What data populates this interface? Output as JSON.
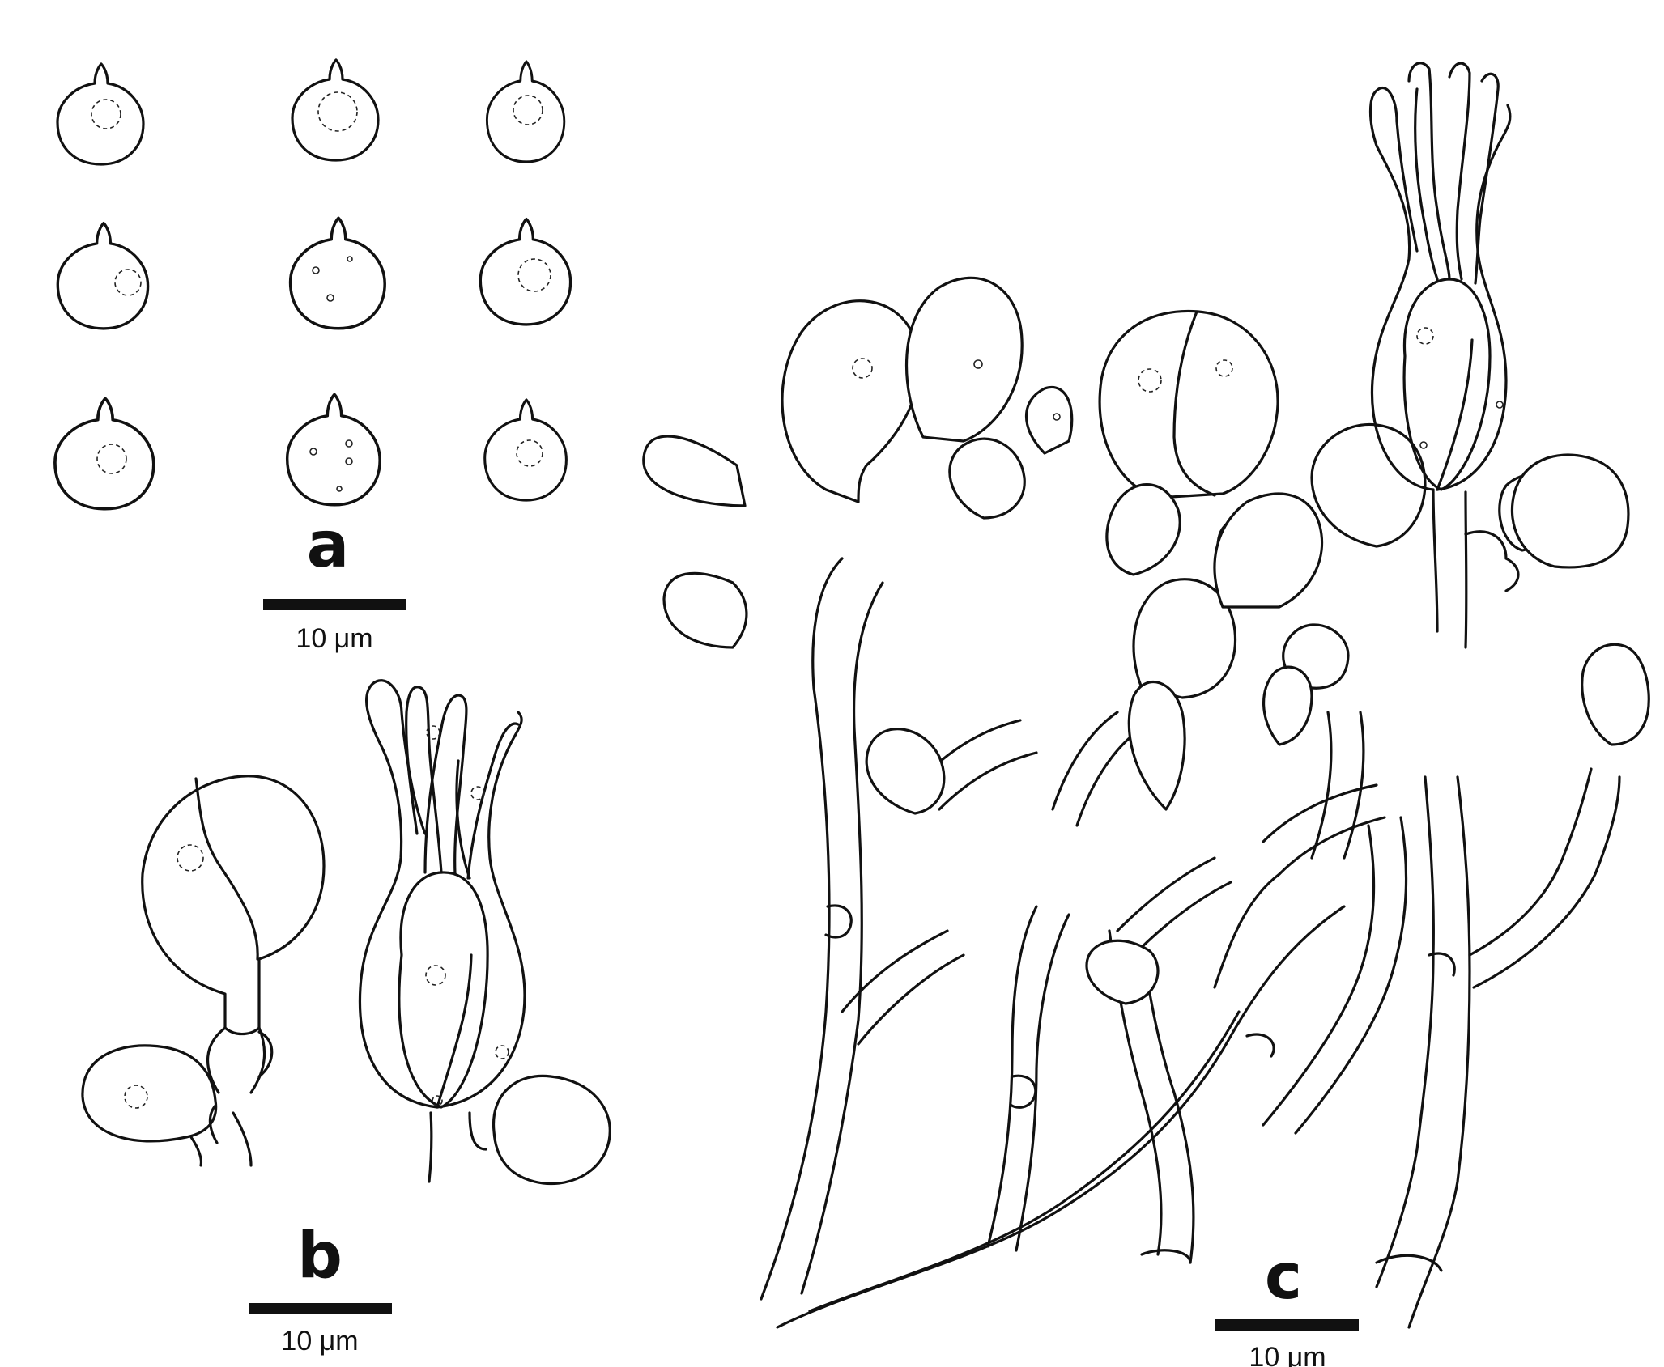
{
  "panels": [
    {
      "id": "a",
      "label": "a",
      "scale_text": "10 μm"
    },
    {
      "id": "b",
      "label": "b",
      "scale_text": "10 μm"
    },
    {
      "id": "c",
      "label": "c",
      "scale_text": "10 μm"
    }
  ],
  "colors": {
    "ink": "#111111",
    "background": "#ffffff"
  }
}
